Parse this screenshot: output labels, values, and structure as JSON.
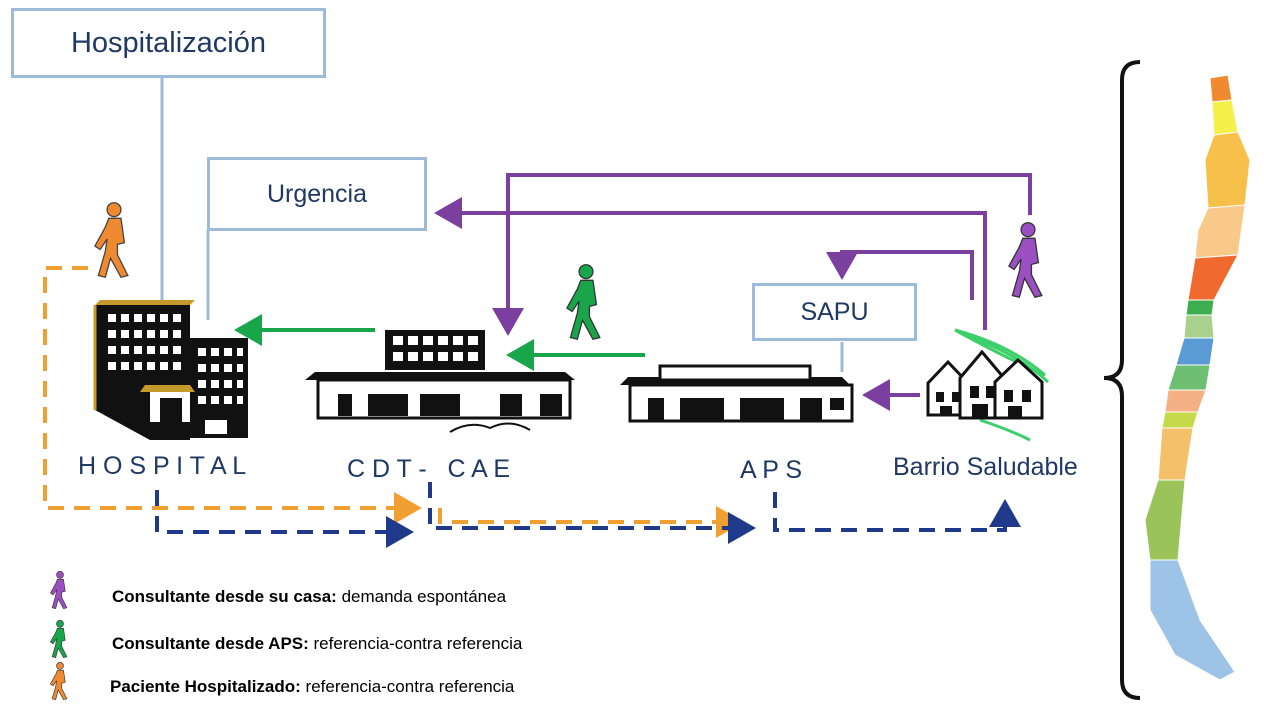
{
  "boxes": {
    "hospitalizacion": "Hospitalización",
    "urgencia": "Urgencia",
    "sapu": "SAPU"
  },
  "nodes": {
    "hospital": "H O S P I T A L",
    "cdt_cae": "C D T -   C A E",
    "aps": "A P S",
    "barrio": "Barrio Saludable"
  },
  "legend": [
    {
      "term": "Consultante desde su casa:",
      "desc": " demanda espontánea"
    },
    {
      "term": "Consultante desde APS:",
      "desc": " referencia-contra referencia"
    },
    {
      "term": "Paciente Hospitalizado:",
      "desc": " referencia-contra referencia"
    }
  ],
  "colors": {
    "purple": "#7b3fa0",
    "green": "#19a64a",
    "orange": "#f0a030",
    "navy": "#1f3a8a",
    "box_border": "#9dbbd9",
    "text": "#1f3864"
  },
  "icons": {
    "walker_purple": "walking-person-icon",
    "walker_green": "walking-person-icon",
    "walker_orange": "walking-person-icon",
    "map": "chile-map-icon"
  }
}
